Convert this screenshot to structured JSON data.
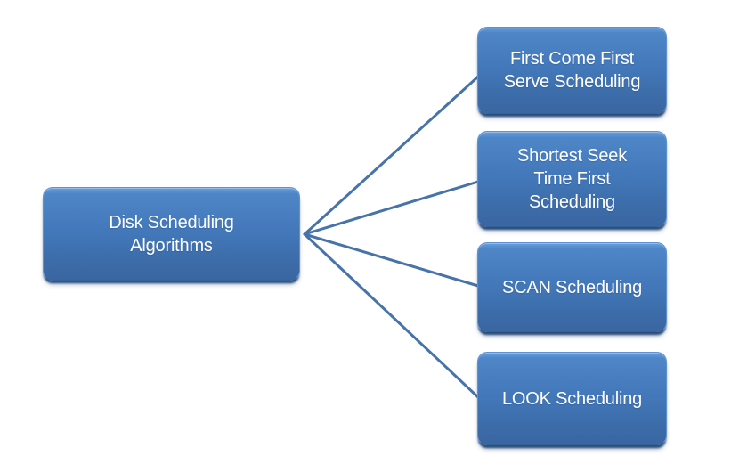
{
  "diagram": {
    "type": "hierarchy",
    "root": {
      "label": "Disk Scheduling Algorithms",
      "lines": [
        "Disk Scheduling",
        "Algorithms"
      ]
    },
    "children": [
      {
        "label": "First Come First Serve Scheduling",
        "lines": [
          "First Come First",
          "Serve Scheduling"
        ]
      },
      {
        "label": "Shortest Seek Time First Scheduling",
        "lines": [
          "Shortest Seek",
          "Time First",
          "Scheduling"
        ]
      },
      {
        "label": "SCAN Scheduling",
        "lines": [
          "SCAN Scheduling"
        ]
      },
      {
        "label": "LOOK Scheduling",
        "lines": [
          "LOOK Scheduling"
        ]
      }
    ],
    "colors": {
      "node_fill_top": "#5b90d0",
      "node_fill_bottom": "#3a66a1",
      "node_border": "#5e92d2",
      "node_shadow": "#2a4d7b",
      "connector": "#4673a9",
      "text": "#ffffff",
      "background": "#ffffff"
    }
  }
}
